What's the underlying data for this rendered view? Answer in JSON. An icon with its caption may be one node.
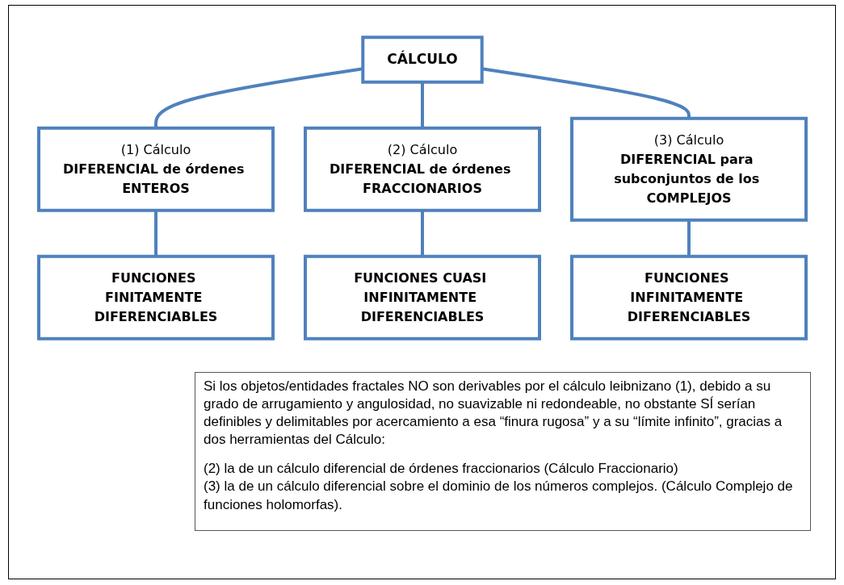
{
  "diagram": {
    "nodes": [
      {
        "text": [
          "CÁLCULO"
        ]
      },
      {
        "text": [
          "(1) Cálculo",
          "DIFERENCIAL de órdenes ENTEROS"
        ]
      },
      {
        "text": [
          "(2) Cálculo",
          "DIFERENCIAL de órdenes FRACCIONARIOS"
        ]
      },
      {
        "text": [
          "(3) Cálculo",
          "DIFERENCIAL para subconjuntos de los COMPLEJOS"
        ]
      },
      {
        "text": [
          "FUNCIONES FINITAMENTE DIFERENCIABLES"
        ]
      },
      {
        "text": [
          "FUNCIONES CUASI INFINITAMENTE DIFERENCIABLES"
        ]
      },
      {
        "text": [
          "FUNCIONES INFINITAMENTE DIFERENCIABLES"
        ]
      }
    ],
    "edges": [
      {
        "from": 0,
        "to": 1,
        "arrow": "none"
      },
      {
        "from": 0,
        "to": 2,
        "arrow": "none"
      },
      {
        "from": 0,
        "to": 3,
        "arrow": "none"
      },
      {
        "from": 1,
        "to": 4,
        "arrow": "none"
      },
      {
        "from": 2,
        "to": 5,
        "arrow": "none"
      },
      {
        "from": 3,
        "to": 6,
        "arrow": "none"
      }
    ],
    "labels": [
      "Si los objetos/entidades fractales NO son derivables por el cálculo leibnizano (1), debido a su grado de arrugamiento y angulosidad, no suavizable ni redondeable,  no obstante SÍ serían  definibles y delimitables por acercamiento a esa “finura rugosa” y a su “límite infinito”, gracias a dos herramientas del Cálculo:",
      "(2) la de un cálculo diferencial de órdenes fraccionarios (Cálculo Fraccionario)",
      "(3) la de un cálculo diferencial sobre el dominio de los números complejos. (Cálculo Complejo de funciones holomorfas)."
    ]
  }
}
